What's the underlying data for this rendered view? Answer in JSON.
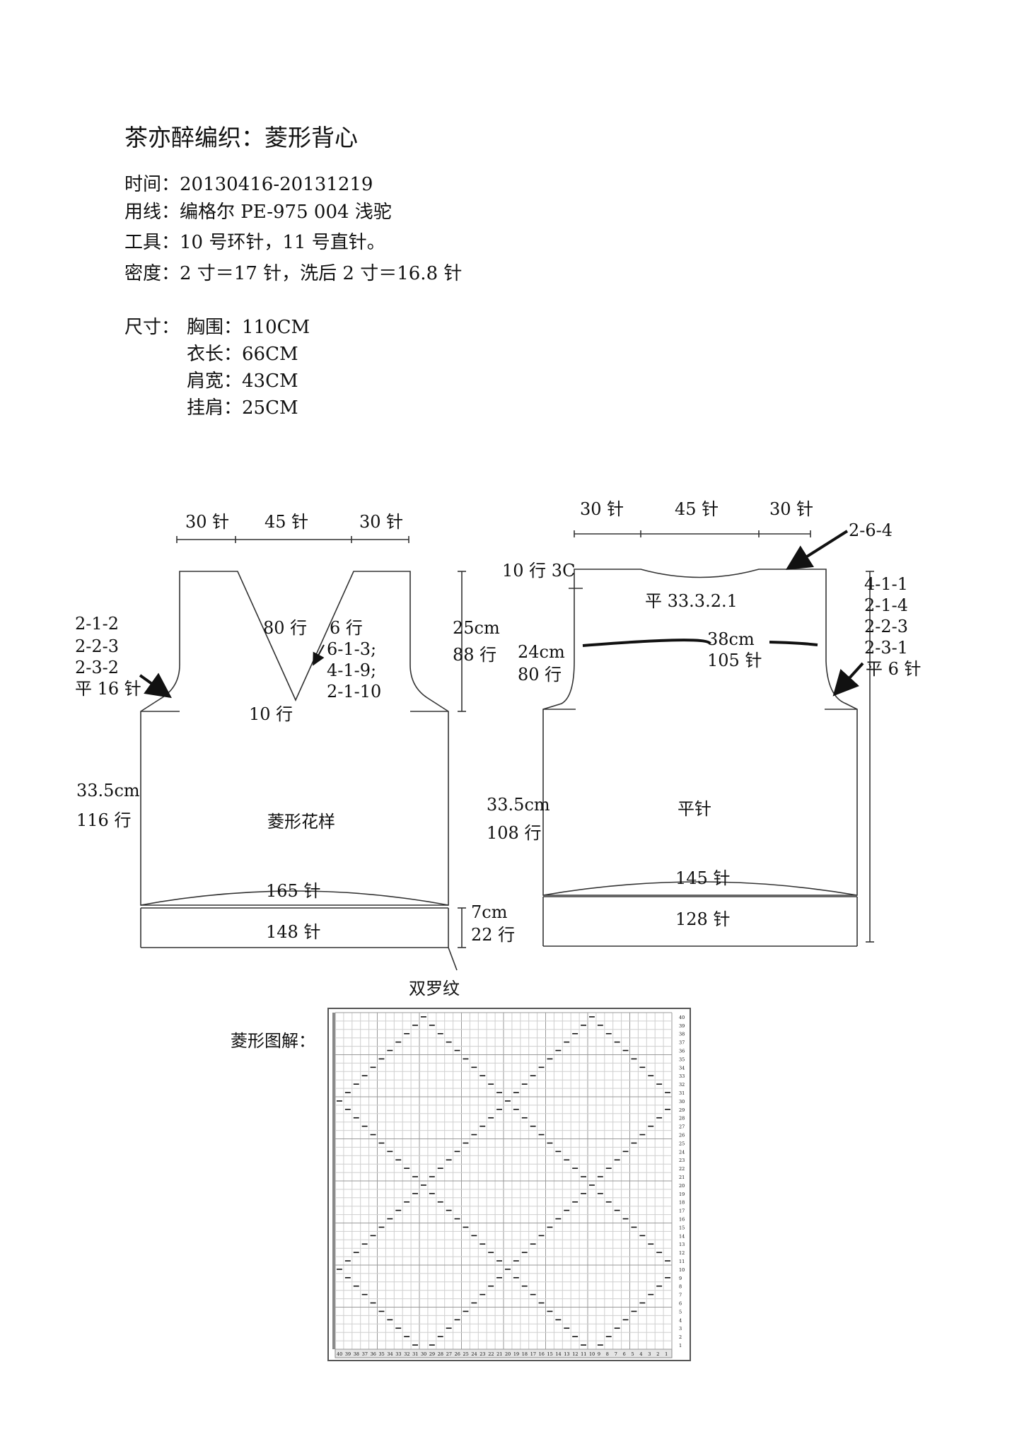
{
  "header": {
    "title": "茶亦醉编织：菱形背心",
    "lines": [
      "时间：20130416-20131219",
      "用线：编格尔 PE-975   004 浅驼",
      "工具：10 号环针，11 号直针。",
      "密度：2 寸＝17 针，洗后 2 寸＝16.8 针"
    ],
    "size_label": "尺寸：",
    "sizes": [
      "胸围：110CM",
      "衣长：66CM",
      "肩宽：43CM",
      "挂肩：25CM"
    ]
  },
  "front": {
    "top_stitches": [
      "30 针",
      "45 针",
      "30 针"
    ],
    "armhole_decrease": [
      "2-1-2",
      "2-2-3",
      "2-3-2",
      "平 16 针"
    ],
    "neck_rows": "80 行",
    "neck_decrease": [
      "6 行",
      "6-1-3;",
      "4-1-9;",
      "2-1-10"
    ],
    "neck_bottom": "10 行",
    "armhole_height": [
      "25cm",
      "88 行"
    ],
    "body_height": [
      "33.5cm",
      "116 行"
    ],
    "pattern": "菱形花样",
    "hem_stitches": "165 针",
    "rib_stitches": "148 针",
    "rib_height": [
      "7cm",
      "22 行"
    ],
    "rib_name": "双罗纹"
  },
  "back": {
    "top_stitches": [
      "30 针",
      "45 针",
      "30 针"
    ],
    "neck_shaping": "2-6-4",
    "shoulder_rows": "10 行 3C",
    "neck_flat": "平 33.3.2.1",
    "width_cm": "38cm",
    "width_stitches": "105 针",
    "armhole_height": [
      "24cm",
      "80 行"
    ],
    "armhole_decrease": [
      "4-1-1",
      "2-1-4",
      "2-2-3",
      "2-3-1",
      "平 6 针"
    ],
    "body_height": [
      "33.5cm",
      "108 行"
    ],
    "pattern": "平针",
    "hem_stitches": "145 针",
    "rib_stitches": "128 针"
  },
  "chart": {
    "label": "菱形图解：",
    "rows": 40,
    "cols": 40,
    "col_labels": [
      "40",
      "39",
      "38",
      "37",
      "36",
      "35",
      "34",
      "33",
      "32",
      "31",
      "30",
      "29",
      "28",
      "27",
      "26",
      "25",
      "24",
      "23",
      "22",
      "21",
      "20",
      "19",
      "18",
      "17",
      "16",
      "15",
      "14",
      "13",
      "12",
      "11",
      "10",
      "9",
      "8",
      "7",
      "6",
      "5",
      "4",
      "3",
      "2",
      "1"
    ],
    "row_labels": [
      "1",
      "2",
      "3",
      "4",
      "5",
      "6",
      "7",
      "8",
      "9",
      "10",
      "11",
      "12",
      "13",
      "14",
      "15",
      "16",
      "17",
      "18",
      "19",
      "20",
      "21",
      "22",
      "23",
      "24",
      "25",
      "26",
      "27",
      "28",
      "29",
      "30",
      "31",
      "32",
      "33",
      "34",
      "35",
      "36",
      "37",
      "38",
      "39",
      "40"
    ]
  }
}
